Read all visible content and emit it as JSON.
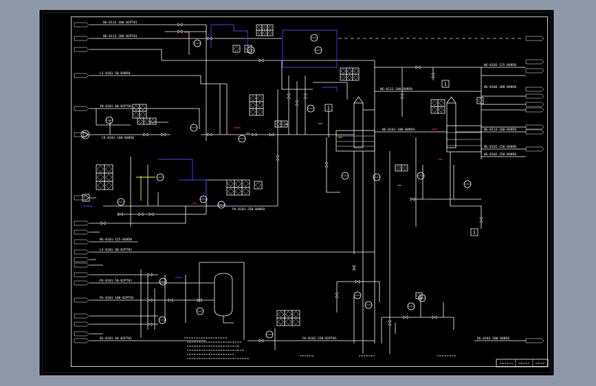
{
  "colors": {
    "surround": "#8e98a8",
    "canvas": "#000000",
    "line": "#ffffff",
    "accent_blue": "#3a4cff",
    "accent_yellow": "#ffff00",
    "accent_red": "#ff2a2a",
    "accent_green": "#2aff4a"
  },
  "icons": [
    "pump-icon",
    "valve-icon",
    "instrument-bubble-icon",
    "interlock-block-icon",
    "inlet-tag-icon",
    "outlet-tag-icon",
    "vessel-icon",
    "heat-exchanger-icon"
  ],
  "drawing": {
    "line_labels": [
      "NG-0113-100-B2PT01",
      "NG-0113-200-B2PT01",
      "LS-0101-50-B4N50",
      "IN-0101-80-B2PT01",
      "CD-0101-100-B4N50",
      "NG-0101-125-B4N50",
      "LS-0101-40-B2PT01",
      "PG-0101-50-B2PT01",
      "PG-0101-100-B2PT01",
      "DG-0101-40-B2PT01",
      "NG-0105-125-B4N50",
      "NG-0106-200-B4N50",
      "NG-0114-100-B4N50",
      "NG-0105-250-B4N50",
      "NG-0102-250-B4N50",
      "DG-0103-200-B4N50",
      "PA-0101-250-B4N50",
      "PG-0102-250-B2PT01",
      "NG-0112-100-B4N50",
      "NG-0101-100-B4N50"
    ],
    "marker_labels": [
      "1",
      "1",
      "1"
    ]
  }
}
